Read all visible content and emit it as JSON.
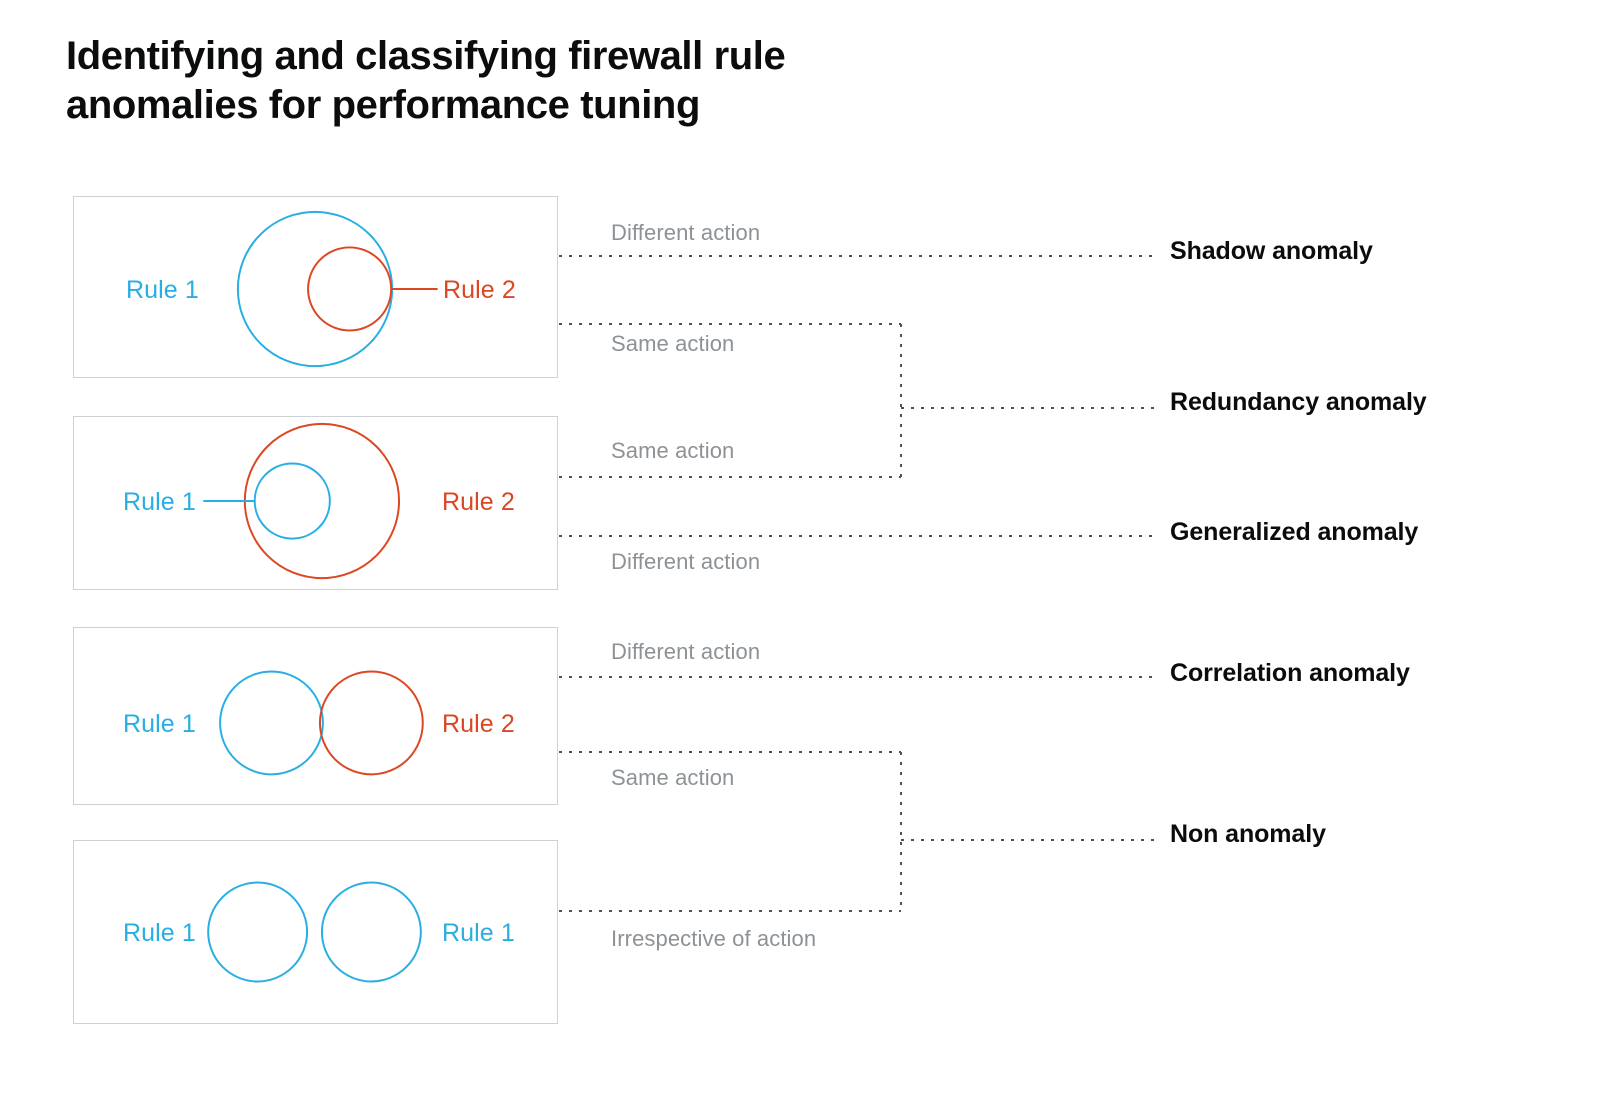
{
  "page": {
    "title": "Identifying and classifying firewall rule\nanomalies for performance tuning",
    "background": "#ffffff"
  },
  "colors": {
    "rule1_blue": "#29aee4",
    "rule2_red": "#dc4722",
    "box_border": "#cfd2d4",
    "action_text": "#8d9296",
    "anomaly_text": "#0b0c0c",
    "connector": "#4d5356"
  },
  "diagram": {
    "type": "venn-relationship-classification",
    "boxes": [
      {
        "id": "shadow",
        "left_label": "Rule 1",
        "left_color": "blue",
        "right_label": "Rule 2",
        "right_color": "red",
        "relation": "Rule 2 fully contained inside Rule 1, tangent at right edge",
        "connector_on": "right"
      },
      {
        "id": "generalized",
        "left_label": "Rule 1",
        "left_color": "blue",
        "right_label": "Rule 2",
        "right_color": "red",
        "relation": "Rule 1 fully contained inside Rule 2, tangent at left edge",
        "connector_on": "left"
      },
      {
        "id": "correlation",
        "left_label": "Rule 1",
        "left_color": "blue",
        "right_label": "Rule 2",
        "right_color": "red",
        "relation": "Rule 1 and Rule 2 partially overlapping",
        "connector_on": "none"
      },
      {
        "id": "non-anomaly",
        "left_label": "Rule 1",
        "left_color": "blue",
        "right_label": "Rule 1",
        "right_color": "blue",
        "relation": "Two disjoint identical rules",
        "connector_on": "none"
      }
    ],
    "action_conditions": [
      "Different action",
      "Same action",
      "Same action",
      "Different action",
      "Different action",
      "Same action",
      "Irrespective of action"
    ],
    "anomalies": [
      "Shadow anomaly",
      "Redundancy anomaly",
      "Generalized anomaly",
      "Correlation anomaly",
      "Non anomaly"
    ],
    "mappings": [
      {
        "from_box": "shadow",
        "condition": "Different action",
        "to": "Shadow anomaly"
      },
      {
        "from_box": "shadow",
        "condition": "Same action",
        "to": "Redundancy anomaly"
      },
      {
        "from_box": "generalized",
        "condition": "Same action",
        "to": "Redundancy anomaly"
      },
      {
        "from_box": "generalized",
        "condition": "Different action",
        "to": "Generalized anomaly"
      },
      {
        "from_box": "correlation",
        "condition": "Different action",
        "to": "Correlation anomaly"
      },
      {
        "from_box": "correlation",
        "condition": "Same action",
        "to": "Non anomaly"
      },
      {
        "from_box": "non-anomaly",
        "condition": "Irrespective of action",
        "to": "Non anomaly"
      }
    ]
  }
}
